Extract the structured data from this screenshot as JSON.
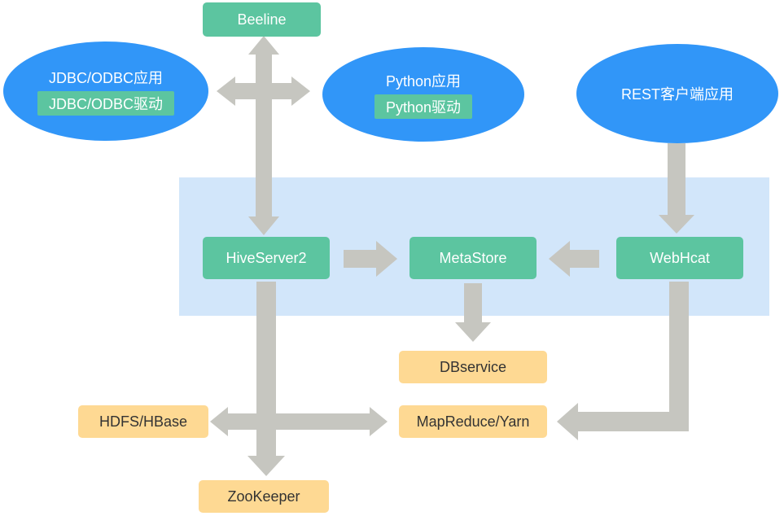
{
  "colors": {
    "client_oval": "#3196f8",
    "component_box": "#5cc5a0",
    "storage_box": "#fed993",
    "server_zone": "#d2e6fa",
    "arrow": "#c6c6c0"
  },
  "clients": {
    "beeline": "Beeline",
    "jdbc_app": "JDBC/ODBC应用",
    "jdbc_driver": "JDBC/ODBC驱动",
    "python_app": "Python应用",
    "python_driver": "Python驱动",
    "rest_app": "REST客户端应用"
  },
  "server": {
    "hiveserver2": "HiveServer2",
    "metastore": "MetaStore",
    "webhcat": "WebHcat"
  },
  "storage": {
    "dbservice": "DBservice",
    "hdfs_hbase": "HDFS/HBase",
    "mapreduce_yarn": "MapReduce/Yarn",
    "zookeeper": "ZooKeeper"
  }
}
